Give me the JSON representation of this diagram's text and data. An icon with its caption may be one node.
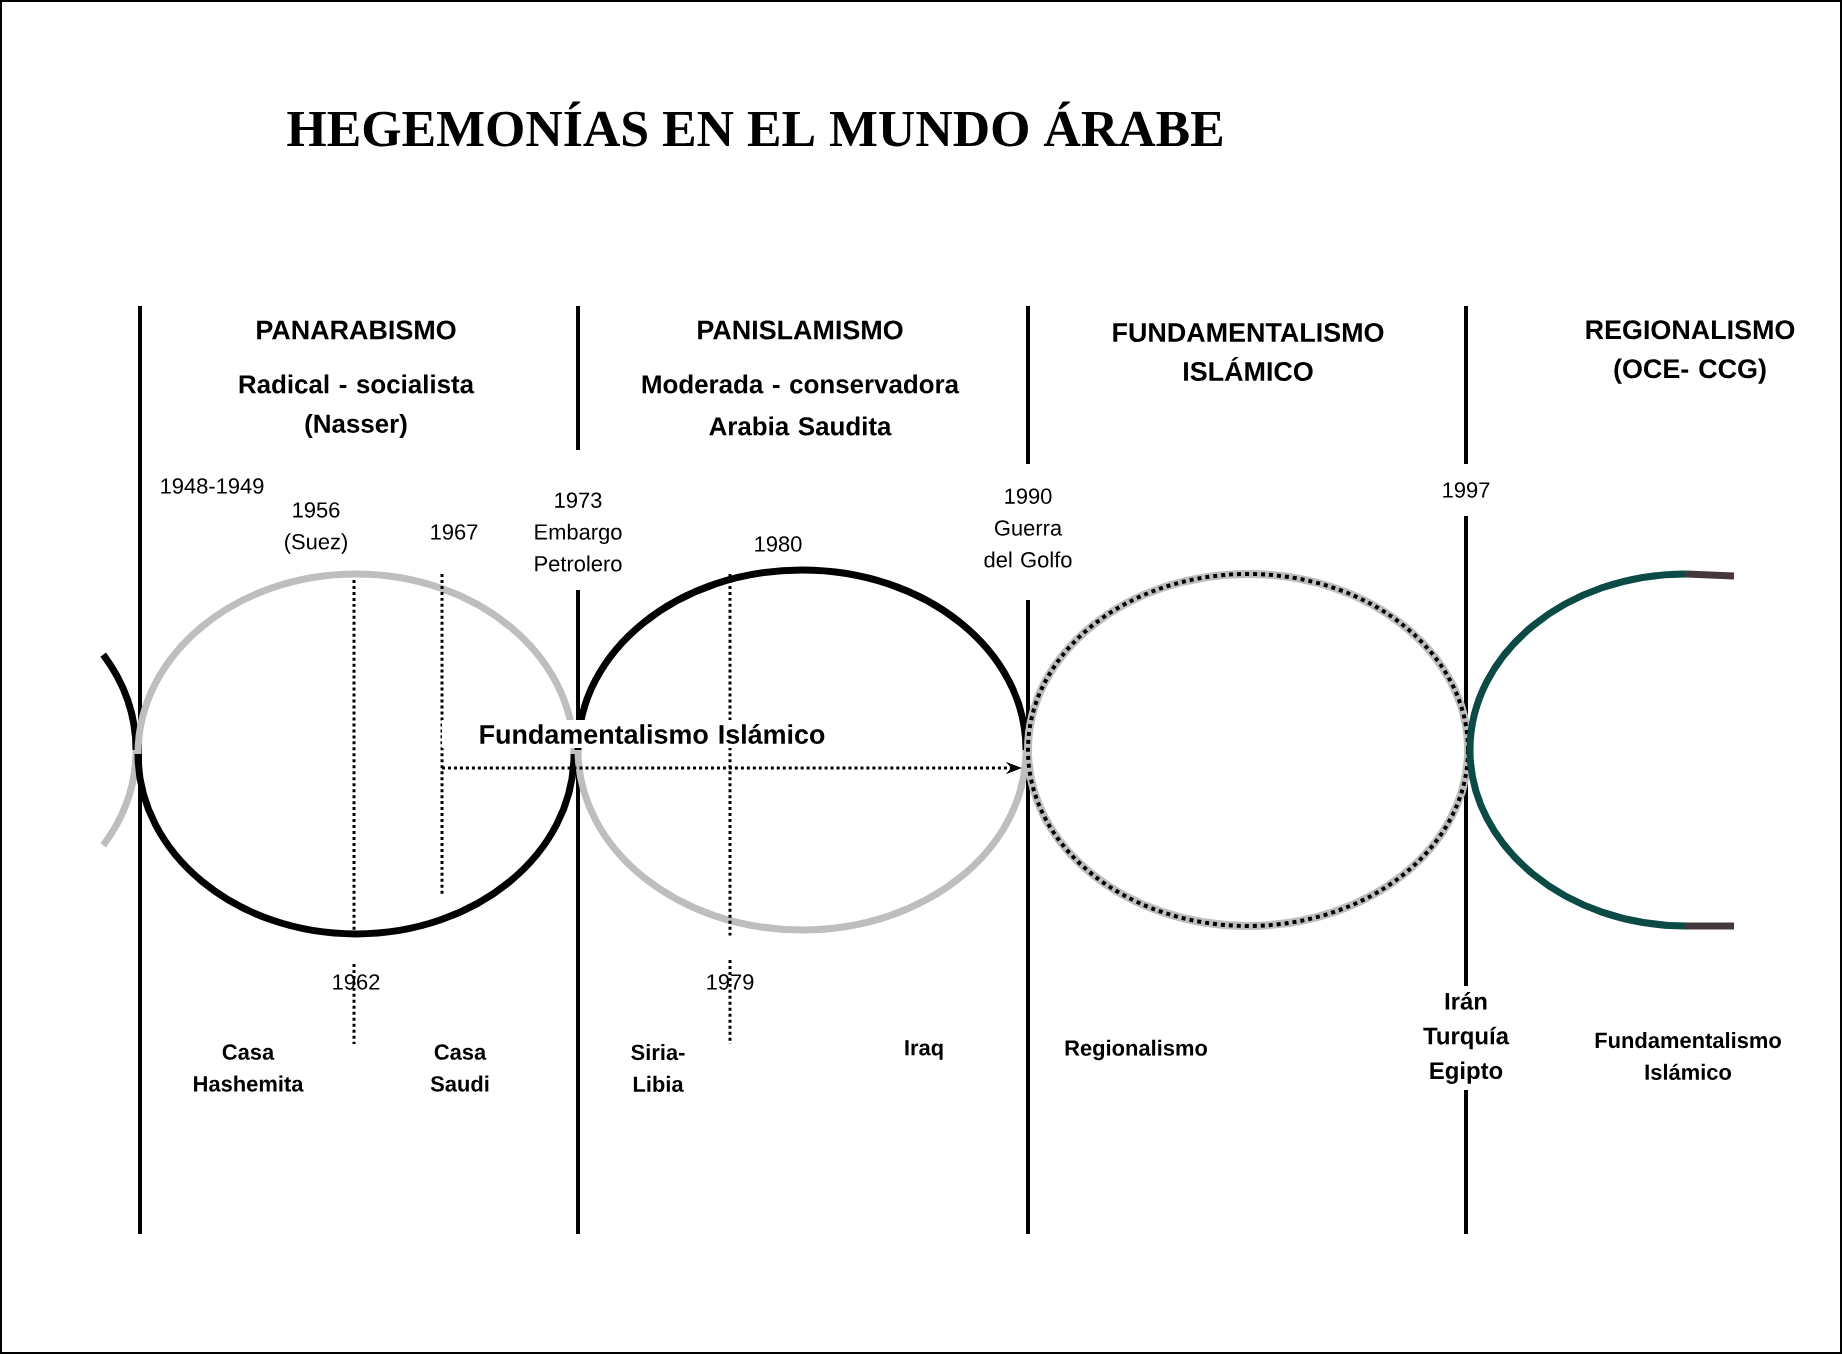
{
  "diagram": {
    "title": "HEGEMONÍAS EN EL MUNDO ÁRABE",
    "labels": [
      "PANARABISMO",
      "Radical - socialista",
      "(Nasser)",
      "PANISLAMISMO",
      "Moderada - conservadora",
      "Arabia Saudita",
      "FUNDAMENTALISMO ISLÁMICO",
      "REGIONALISMO (OCE- CCG)",
      "1948-1949",
      "1973 Embargo Petrolero",
      "1990 Guerra del Golfo",
      "1997",
      "1956 (Suez)",
      "1967",
      "1980",
      "Fundamentalismo Islámico",
      "1962",
      "1979",
      "Casa Hashemita",
      "Casa Saudi",
      "Siria- Libia",
      "Iraq",
      "Regionalismo",
      "Irán Turquía Egipto",
      "Fundamentalismo Islámico"
    ]
  }
}
